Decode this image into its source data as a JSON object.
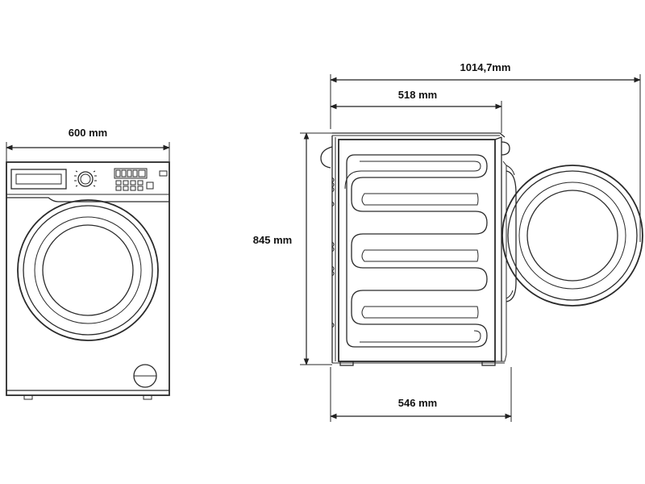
{
  "dimensions": {
    "front_width": "600 mm",
    "depth_body": "518 mm",
    "depth_total_door_open": "1014,7mm",
    "height": "845 mm",
    "depth_with_base": "546 mm"
  },
  "colors": {
    "line": "#2a2a2a",
    "background": "#ffffff"
  }
}
